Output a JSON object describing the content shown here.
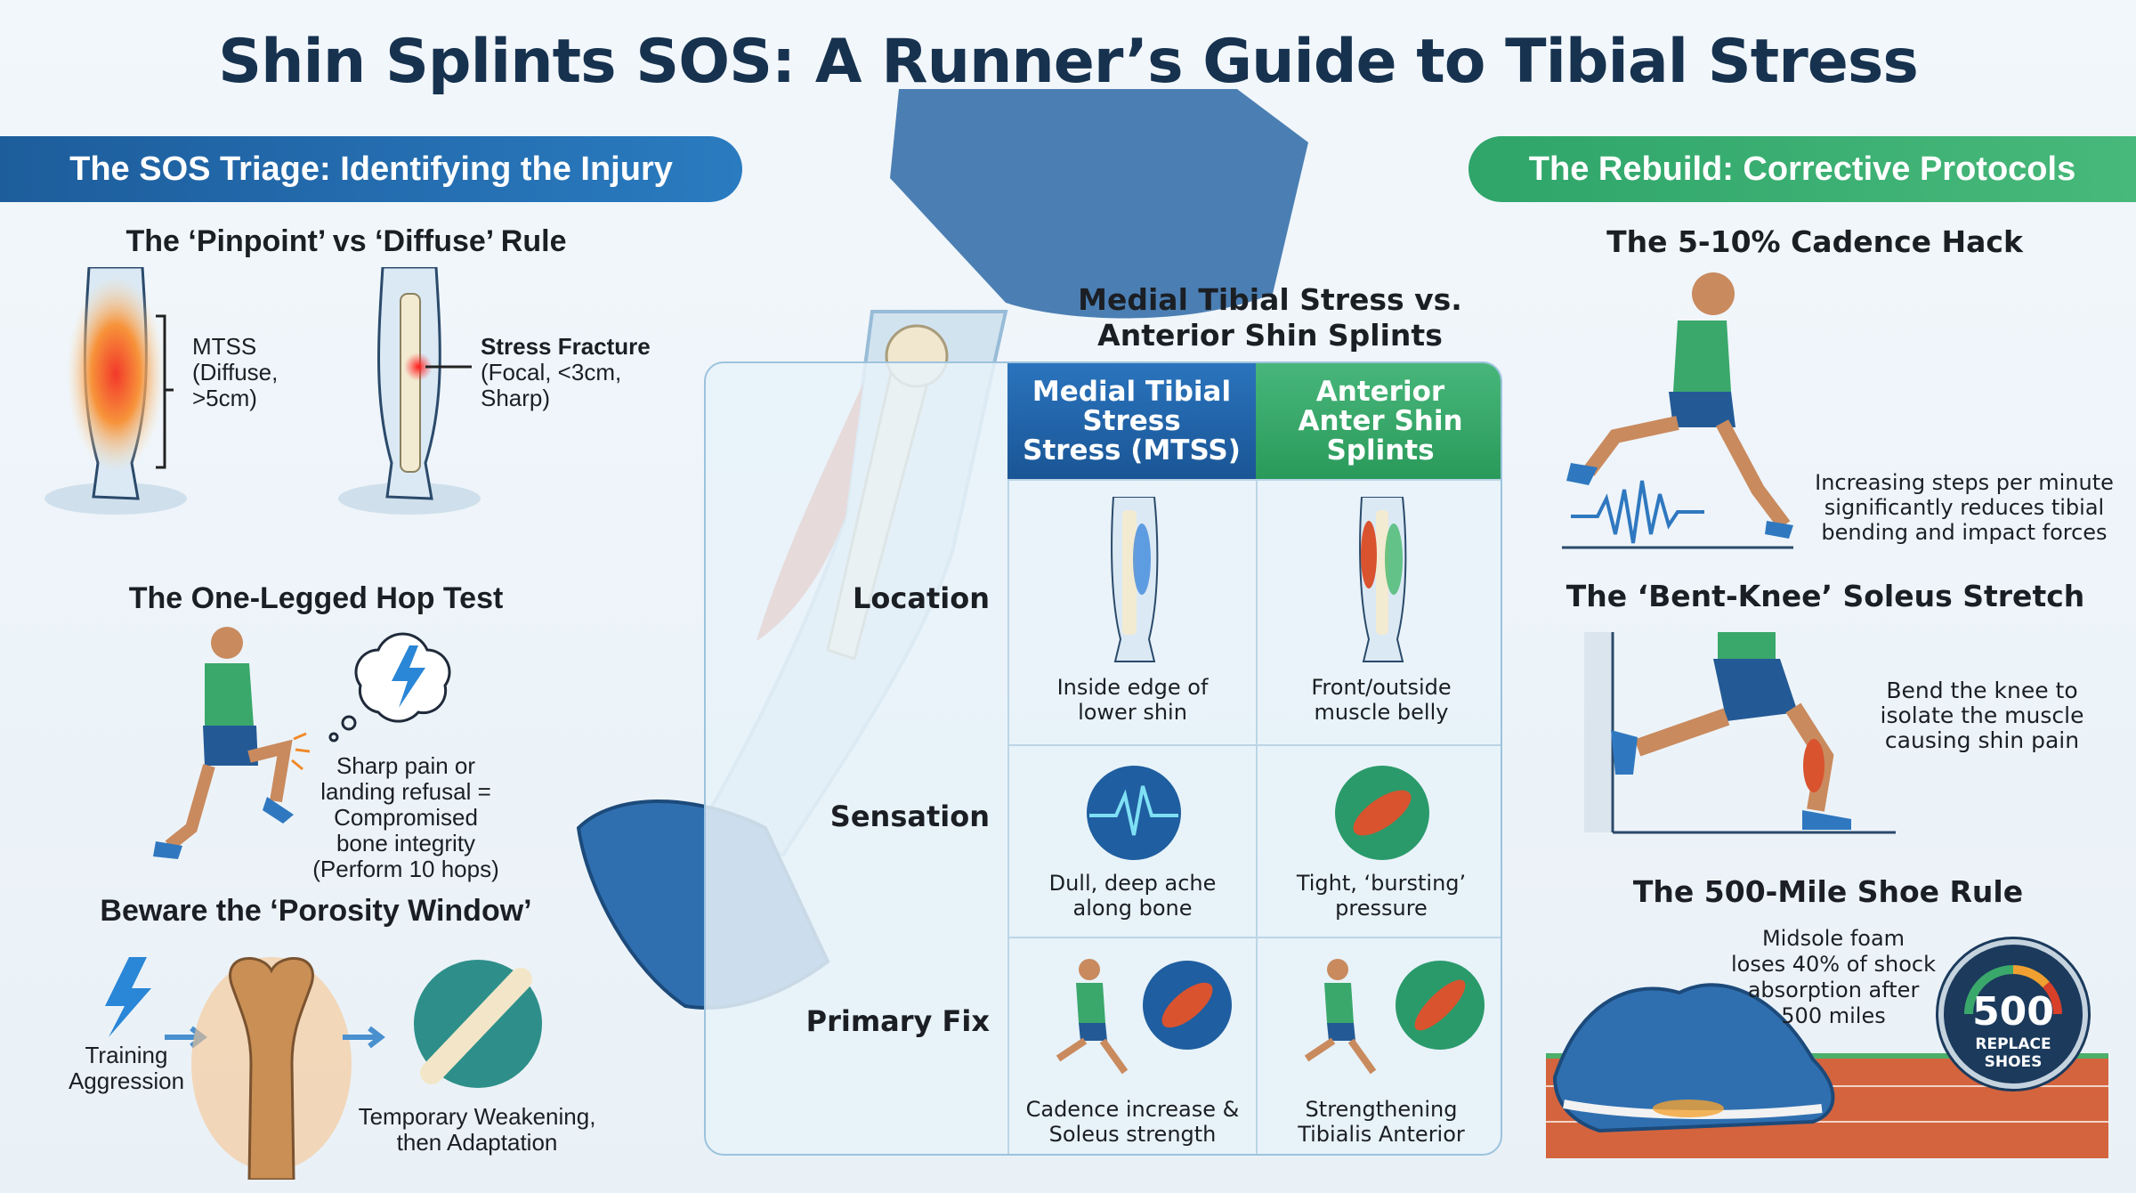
{
  "title": "Shin Splints SOS: A Runner’s Guide to Tibial Stress",
  "left": {
    "banner": "The SOS Triage: Identifying the Injury",
    "pinpoint": {
      "heading": "The ‘Pinpoint’ vs ‘Diffuse’ Rule",
      "mtss_label": [
        "MTSS",
        "(Diffuse,",
        ">5cm)"
      ],
      "fracture_label": [
        "Stress Fracture",
        "(Focal, <3cm,",
        "Sharp)"
      ]
    },
    "hop": {
      "heading": "The One-Legged Hop Test",
      "text": [
        "Sharp pain or",
        "landing refusal =",
        "Compromised",
        "bone integrity",
        "(Perform 10 hops)"
      ]
    },
    "porosity": {
      "heading": "Beware the ‘Porosity Window’",
      "step1": [
        "Training",
        "Aggression"
      ],
      "step3": [
        "Temporary Weakening,",
        "then Adaptation"
      ]
    }
  },
  "center": {
    "table_title": [
      "Medial Tibial Stress vs.",
      "Anterior Shin Splints"
    ],
    "columns": [
      {
        "label": [
          "Medial Tibial",
          "Stress",
          "Stress (MTSS)"
        ],
        "color": "#1f62a8"
      },
      {
        "label": [
          "Anterior",
          "Anter Shin",
          "Splints"
        ],
        "color": "#2fa05f"
      }
    ],
    "rows": [
      {
        "label": "Location",
        "mtss": [
          "Inside edge of",
          "lower shin"
        ],
        "anterior": [
          "Front/outside",
          "muscle belly"
        ]
      },
      {
        "label": "Sensation",
        "mtss": [
          "Dull, deep ache",
          "along bone"
        ],
        "anterior": [
          "Tight, ‘bursting’",
          "pressure"
        ]
      },
      {
        "label": "Primary Fix",
        "mtss": [
          "Cadence increase &",
          "Soleus strength"
        ],
        "anterior": [
          "Strengthening",
          "Tibialis Anterior"
        ]
      }
    ]
  },
  "right": {
    "banner": "The Rebuild: Corrective Protocols",
    "cadence": {
      "heading": "The 5-10% Cadence Hack",
      "text": [
        "Increasing steps per minute",
        "significantly reduces tibial",
        "bending and impact forces"
      ]
    },
    "stretch": {
      "heading": "The ‘Bent-Knee’ Soleus Stretch",
      "text": [
        "Bend the knee to",
        "isolate the muscle",
        "causing shin pain"
      ]
    },
    "shoe": {
      "heading": "The 500-Mile Shoe Rule",
      "text": [
        "Midsole foam",
        "loses 40% of shock",
        "absorption after",
        "500 miles"
      ],
      "gauge_value": "500",
      "gauge_label": [
        "REPLACE",
        "SHOES"
      ]
    }
  },
  "colors": {
    "blue": "#1f62a8",
    "green": "#2fa05f",
    "muscle": "#d9532f",
    "skin": "#c98a5e",
    "title": "#17324f"
  }
}
